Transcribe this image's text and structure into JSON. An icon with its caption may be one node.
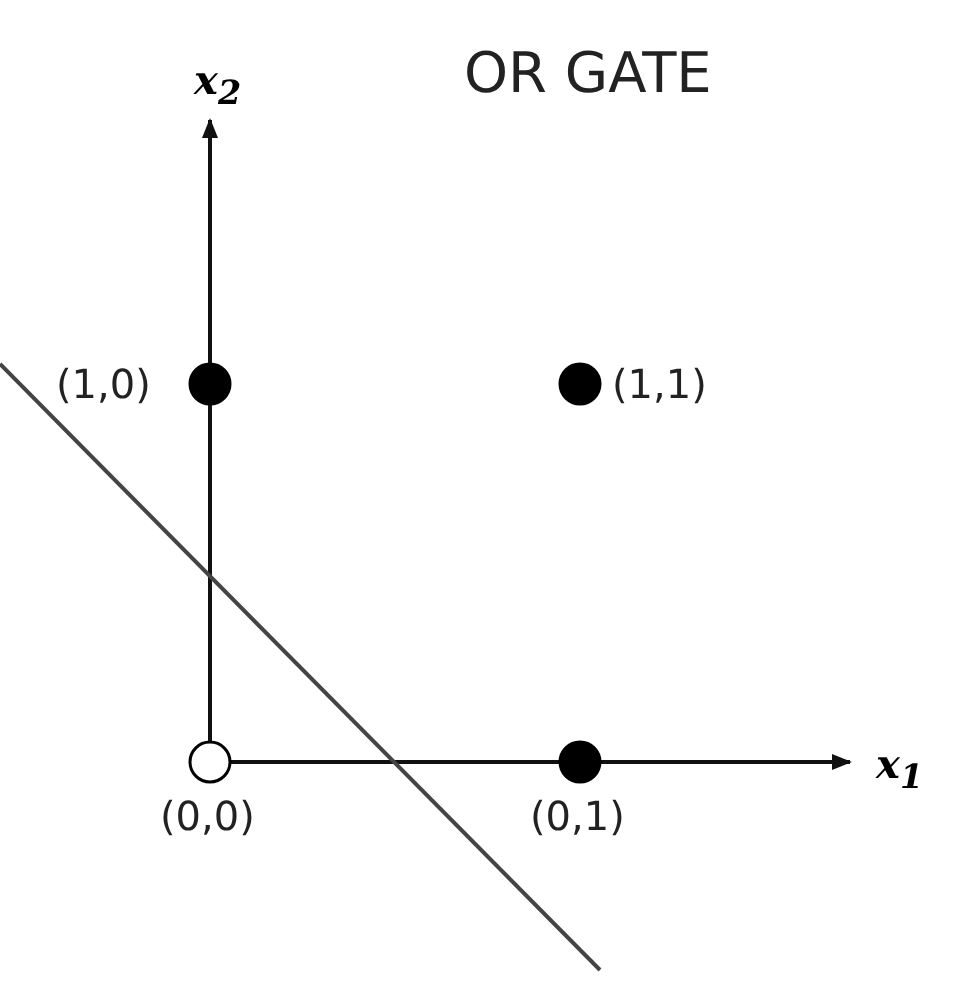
{
  "diagram": {
    "title": "OR GATE",
    "nodes": [
      {
        "text": [],
        "shape": "circle",
        "beside": [
          "(1,0)"
        ]
      },
      {
        "text": [],
        "shape": "circle",
        "beside": [
          "(1,1)"
        ]
      },
      {
        "text": [],
        "shape": "circle",
        "beside": [
          "(0,0)"
        ]
      },
      {
        "text": [],
        "shape": "circle",
        "beside": [
          "(0,1)"
        ]
      }
    ],
    "edges": [],
    "labels": [
      "x$_{2}$",
      "x$_{1}$"
    ]
  }
}
